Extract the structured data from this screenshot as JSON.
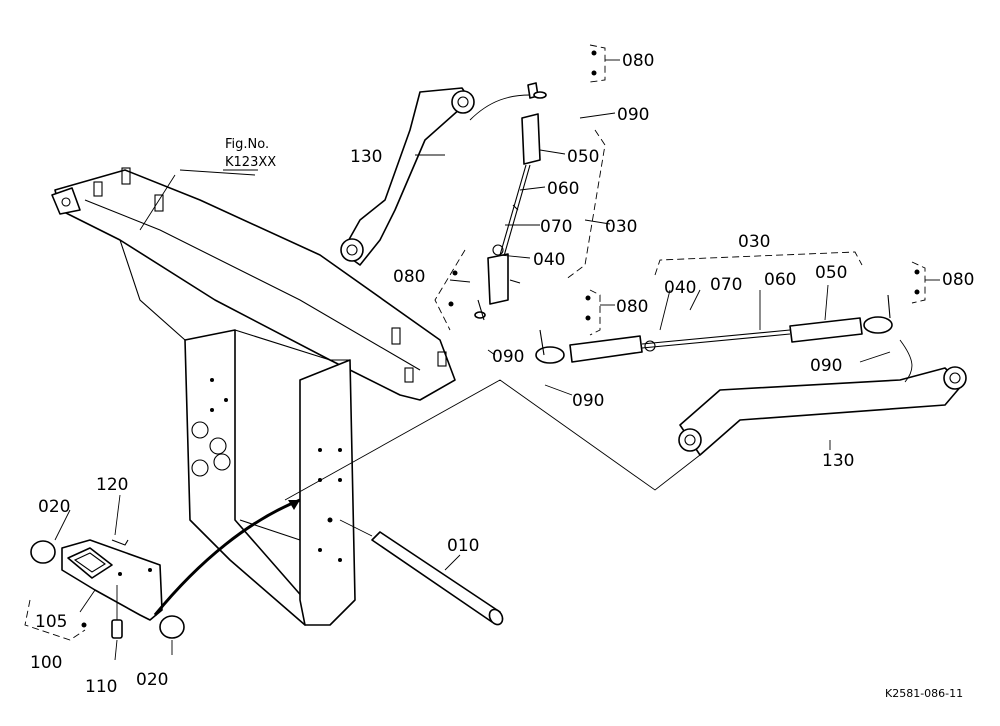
{
  "figure_reference": {
    "line1": "Fig.No.",
    "line2": "K123XX"
  },
  "document_id": "K2581-086-11",
  "callouts": {
    "c080_top": "080",
    "c090_top": "090",
    "c050_left": "050",
    "c130_left": "130",
    "c060_left": "060",
    "c070_left": "070",
    "c030_left": "030",
    "c040_left": "040",
    "c080_left": "080",
    "c030_right": "030",
    "c080_right": "080",
    "c040_right": "040",
    "c070_right": "070",
    "c060_right": "060",
    "c050_right": "050",
    "c080_mid": "080",
    "c090_mid_left": "090",
    "c090_mid": "090",
    "c090_right": "090",
    "c130_right": "130",
    "c010": "010",
    "c020_left": "020",
    "c120": "120",
    "c105": "105",
    "c100": "100",
    "c110": "110",
    "c020_bottom": "020"
  }
}
